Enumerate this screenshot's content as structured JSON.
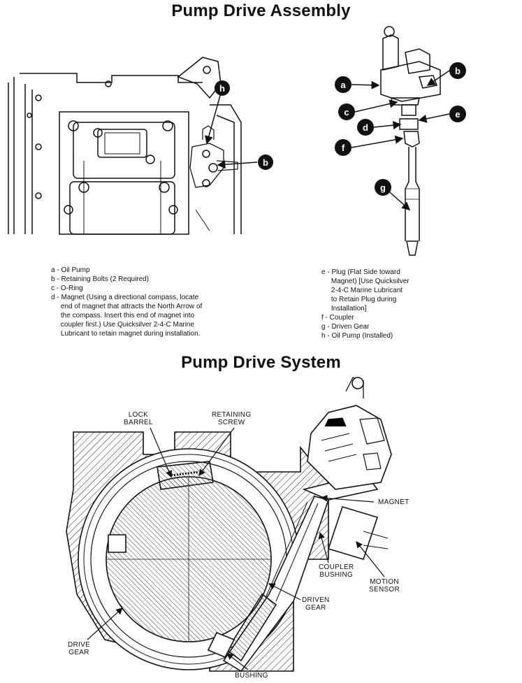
{
  "titles": {
    "assembly": "Pump Drive Assembly",
    "system": "Pump Drive System"
  },
  "callouts": [
    "a",
    "b",
    "c",
    "d",
    "e",
    "f",
    "g",
    "h"
  ],
  "legend_left": [
    "a - Oil Pump",
    "b - Retaining Bolts (2 Required)",
    "c - O-Ring",
    "d - Magnet (Using a directional compass, locate",
    "     end of magnet that attracts the North Arrow of",
    "     the compass. Insert this end of magnet into",
    "     coupler first.) Use Quicksilver 2-4-C Marine",
    "     Lubricant to retain magnet during installation."
  ],
  "legend_right": [
    "e - Plug (Flat Side toward",
    "     Magnet) [Use Quicksilver",
    "     2-4-C Marine Lubricant",
    "     to Retain Plug during",
    "     Installation]",
    "f - Coupler",
    "g - Driven Gear",
    "h - Oil Pump (Installed)"
  ],
  "system_labels": {
    "lock_barrel": [
      "LOCK",
      "BARREL"
    ],
    "retaining_screw": [
      "RETAINING",
      "SCREW"
    ],
    "magnet": [
      "MAGNET"
    ],
    "coupler_bushing": [
      "COUPLER",
      "BUSHING"
    ],
    "motion_sensor": [
      "MOTION",
      "SENSOR"
    ],
    "driven_gear": [
      "DRIVEN",
      "GEAR"
    ],
    "drive_gear": [
      "DRIVE",
      "GEAR"
    ],
    "bushing": [
      "BUSHING"
    ]
  }
}
